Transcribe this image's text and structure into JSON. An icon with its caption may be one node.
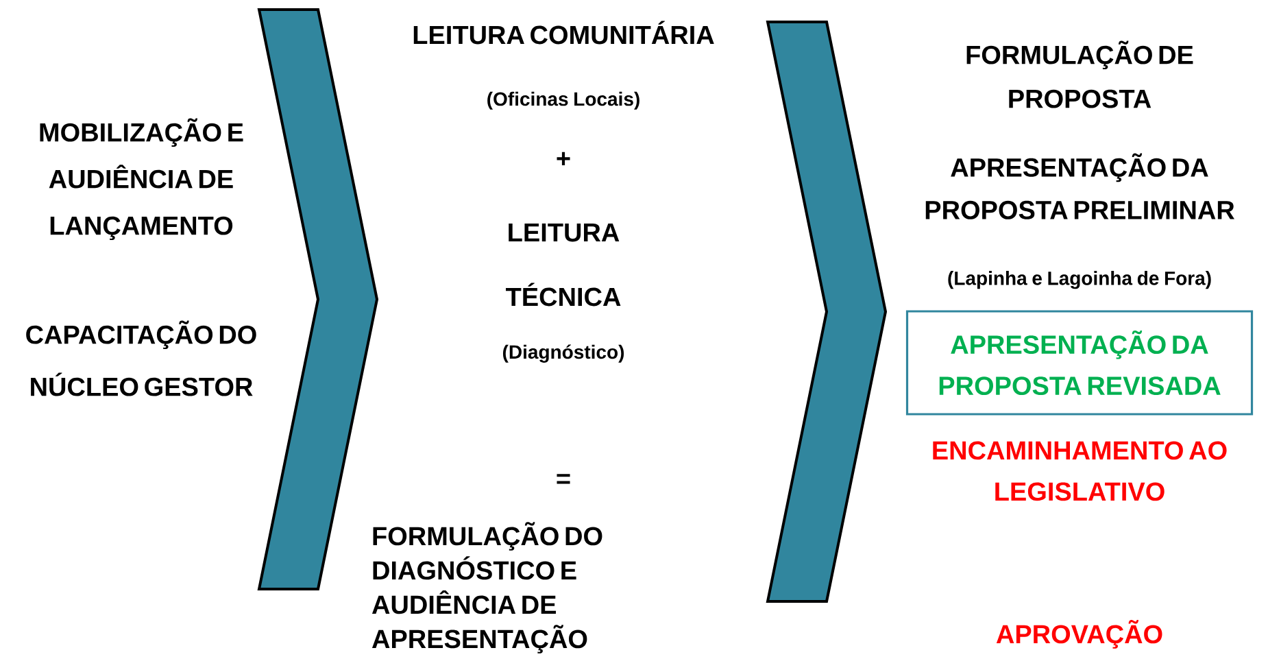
{
  "diagram": {
    "nodes": [
      {
        "text": [
          "MOBILIZAÇÃO E AUDIÊNCIA DE LANÇAMENTO"
        ]
      },
      {
        "text": [
          "CAPACITAÇÃO DO NÚCLEO GESTOR"
        ]
      },
      {
        "text": [],
        "shape": "chevron"
      },
      {
        "text": [
          "LEITURA COMUNITÁRIA",
          "(Oficinas Locais)",
          "+",
          "LEITURA TÉCNICA",
          "(Diagnóstico)",
          "=",
          "FORMULAÇÃO DO DIAGNÓSTICO E AUDIÊNCIA DE APRESENTAÇÃO"
        ]
      },
      {
        "text": [],
        "shape": "chevron"
      },
      {
        "text": [
          "FORMULAÇÃO DE PROPOSTA",
          "APRESENTAÇÃO DA PROPOSTA PRELIMINAR",
          "(Lapinha e Lagoinha de Fora)"
        ]
      },
      {
        "text": [
          "APRESENTAÇÃO DA PROPOSTA REVISADA"
        ]
      },
      {
        "text": [
          "ENCAMINHAMENTO AO LEGISLATIVO",
          "APROVAÇÃO"
        ]
      }
    ]
  }
}
